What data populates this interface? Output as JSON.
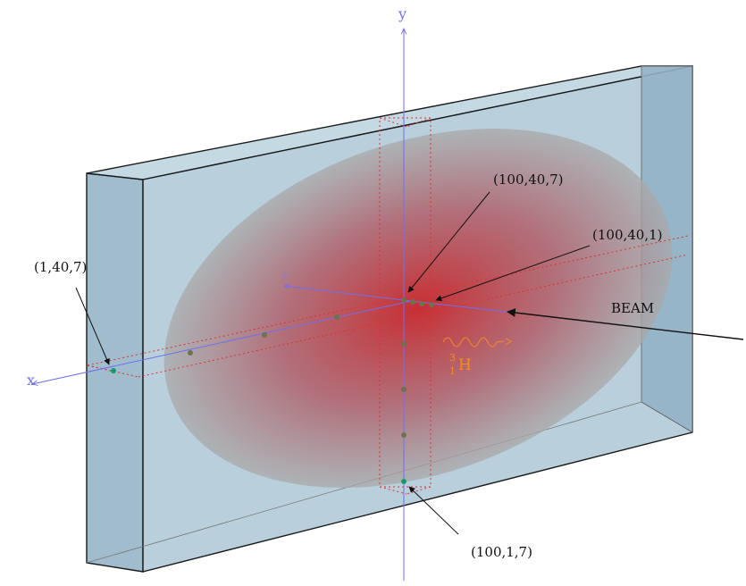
{
  "axes": {
    "x": "x",
    "y": "y",
    "z": "z"
  },
  "labels": {
    "p1": "(100,40,7)",
    "p2": "(100,40,1)",
    "p3": "(1,40,7)",
    "p4": "(100,1,7)",
    "beam": "BEAM"
  },
  "isotope": {
    "mass": "3",
    "atomic": "1",
    "symbol": "H"
  },
  "colors": {
    "slab_fill": "#9fbccd",
    "slab_edge": "#1a1a1a",
    "side_face": "#8fb0c4",
    "blob_center": "#c8262a",
    "blob_edge": "#a9a9a9",
    "axis": "#6f6ff0",
    "dotted_box": "#e03030",
    "green_point": "#1a9a6a",
    "gray_point": "#6b7350",
    "isotope": "#f28c28"
  }
}
